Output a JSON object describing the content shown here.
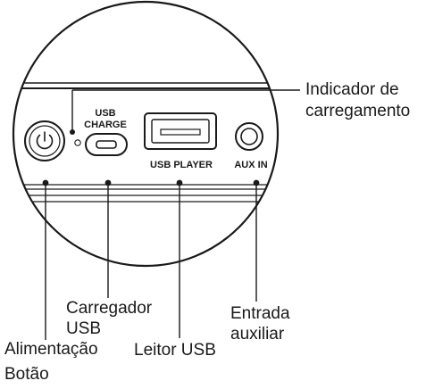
{
  "panel": {
    "usb_charge_line1": "USB",
    "usb_charge_line2": "CHARGE",
    "usb_player": "USB PLAYER",
    "aux_in": "AUX IN"
  },
  "callouts": {
    "indicator_line1": "Indicador de",
    "indicator_line2": "carregamento",
    "charger_line1": "Carregador",
    "charger_line2": "USB",
    "aux_line1": "Entrada",
    "aux_line2": "auxiliar",
    "power_line1": "Alimentação",
    "power_line2": "Botão",
    "usb_reader": "Leitor USB"
  },
  "icons": [
    "power-icon",
    "led-indicator-icon",
    "micro-usb-port-icon",
    "usb-a-port-icon",
    "aux-jack-icon"
  ]
}
